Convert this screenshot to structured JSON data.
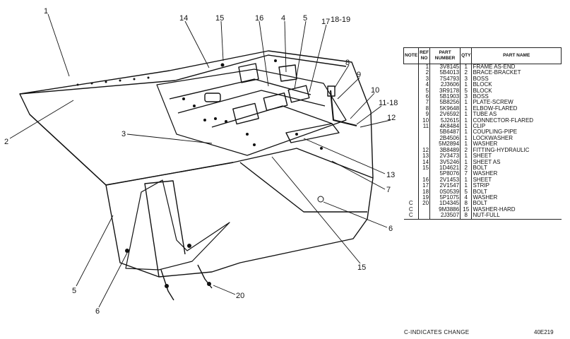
{
  "callouts": [
    "1",
    "2",
    "3",
    "14",
    "15",
    "16",
    "4",
    "5",
    "17",
    "18-19",
    "8",
    "9",
    "10",
    "11-18",
    "12",
    "13",
    "7",
    "6",
    "5",
    "6",
    "15",
    "20"
  ],
  "table": {
    "headers": {
      "note": "NOTE",
      "ref": "REF NO",
      "part_number": "PART NUMBER",
      "qty": "QTY",
      "part_name": "PART NAME"
    },
    "rows": [
      {
        "note": "",
        "ref": "1",
        "pn": "3V8145",
        "qty": "1",
        "name": "FRAME AS-END"
      },
      {
        "note": "",
        "ref": "2",
        "pn": "5B4013",
        "qty": "2",
        "name": "  BRACE-BRACKET"
      },
      {
        "note": "",
        "ref": "3",
        "pn": "7S4793",
        "qty": "3",
        "name": "  BOSS"
      },
      {
        "note": "",
        "ref": "4",
        "pn": "2J3606",
        "qty": "1",
        "name": "  BLOCK"
      },
      {
        "note": "",
        "ref": "5",
        "pn": "3R9178",
        "qty": "5",
        "name": "  BLOCK"
      },
      {
        "note": "",
        "ref": "6",
        "pn": "5B1903",
        "qty": "3",
        "name": "  BOSS"
      },
      {
        "note": "",
        "ref": "7",
        "pn": "5B8256",
        "qty": "1",
        "name": "PLATE-SCREW"
      },
      {
        "note": "",
        "ref": "8",
        "pn": "5K9648",
        "qty": "1",
        "name": "ELBOW-FLARED"
      },
      {
        "note": "",
        "ref": "9",
        "pn": "2V6592",
        "qty": "1",
        "name": "TUBE AS"
      },
      {
        "note": "",
        "ref": "10",
        "pn": "5J2615",
        "qty": "1",
        "name": "CONNECTOR-FLARED"
      },
      {
        "note": "",
        "ref": "11",
        "pn": "4K8484",
        "qty": "1",
        "name": "CLIP"
      },
      {
        "note": "",
        "ref": "",
        "pn": "5B6487",
        "qty": "1",
        "name": "COUPLING-PIPE"
      },
      {
        "note": "",
        "ref": "",
        "pn": "2B4506",
        "qty": "1",
        "name": "LOCKWASHER"
      },
      {
        "note": "",
        "ref": "",
        "pn": "5M2894",
        "qty": "1",
        "name": "WASHER"
      },
      {
        "note": "",
        "ref": "12",
        "pn": "3B8489",
        "qty": "2",
        "name": "FITTING-HYDRAULIC"
      },
      {
        "note": "",
        "ref": "13",
        "pn": "2V3473",
        "qty": "1",
        "name": "SHEET"
      },
      {
        "note": "",
        "ref": "14",
        "pn": "3V5246",
        "qty": "1",
        "name": "SHEET AS"
      },
      {
        "note": "",
        "ref": "15",
        "pn": "1D4621",
        "qty": "2",
        "name": "BOLT"
      },
      {
        "note": "",
        "ref": "",
        "pn": "5P8076",
        "qty": "7",
        "name": "WASHER"
      },
      {
        "note": "",
        "ref": "16",
        "pn": "2V1453",
        "qty": "1",
        "name": "SHEET"
      },
      {
        "note": "",
        "ref": "17",
        "pn": "2V1547",
        "qty": "1",
        "name": "STRIP"
      },
      {
        "note": "",
        "ref": "18",
        "pn": "0S0539",
        "qty": "5",
        "name": "BOLT"
      },
      {
        "note": "",
        "ref": "19",
        "pn": "5P1075",
        "qty": "4",
        "name": "WASHER"
      },
      {
        "note": "C",
        "ref": "20",
        "pn": "1D4345",
        "qty": "8",
        "name": "BOLT"
      },
      {
        "note": "C",
        "ref": "",
        "pn": "9M3886",
        "qty": "15",
        "name": "WASHER-HARD"
      },
      {
        "note": "C",
        "ref": "",
        "pn": "2J3507",
        "qty": "8",
        "name": "NUT-FULL"
      }
    ]
  },
  "footer_note": "C-INDICATES CHANGE",
  "illustration_number": "40E219"
}
